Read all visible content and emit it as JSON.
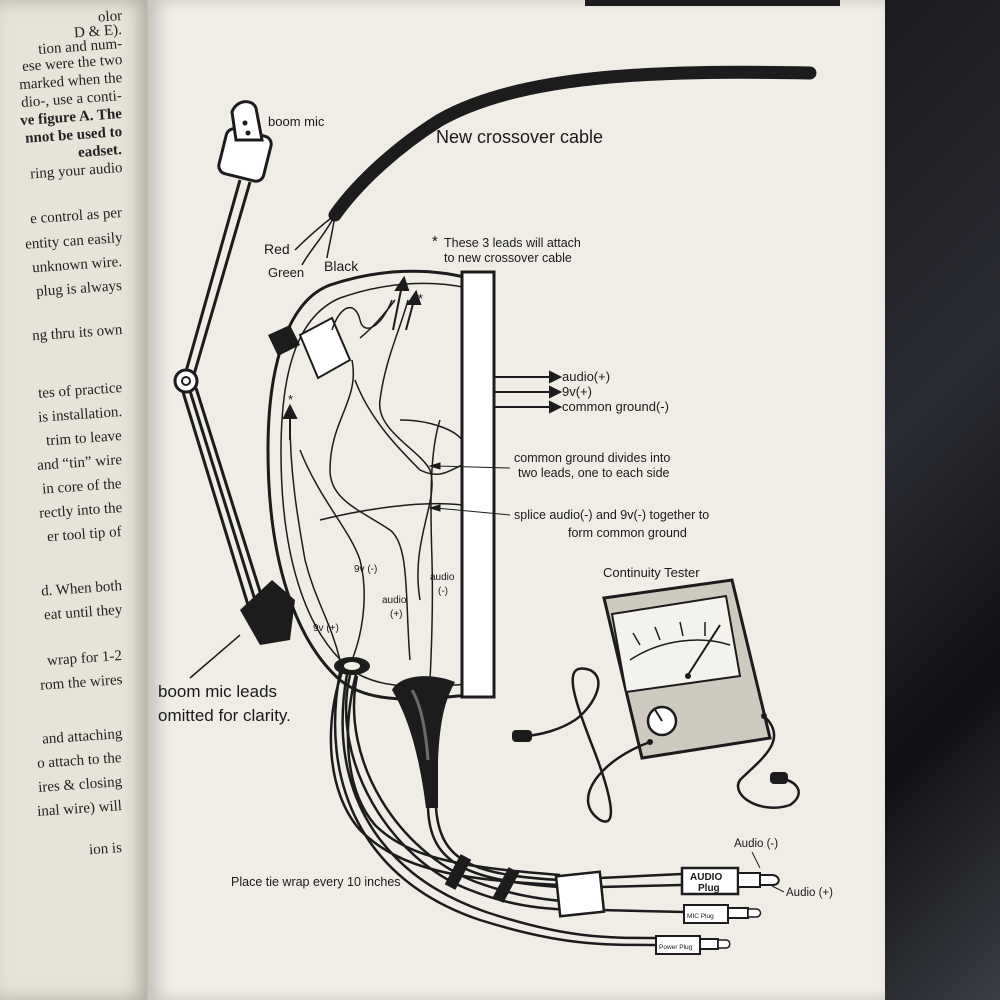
{
  "left_page": {
    "lines": [
      {
        "text": "olor",
        "bold": false
      },
      {
        "text": "D & E).",
        "bold": false
      },
      {
        "text": "tion and num-",
        "bold": false
      },
      {
        "text": "ese were the two",
        "bold": false
      },
      {
        "text": "marked when the",
        "bold": false
      },
      {
        "text": "dio-, use a conti-",
        "bold": false
      },
      {
        "text": "ve figure A. The",
        "bold": true
      },
      {
        "text": "nnot be used to",
        "bold": true
      },
      {
        "text": "eadset.",
        "bold": true
      },
      {
        "text": "ring your audio",
        "bold": false
      },
      {
        "text": "e control as per",
        "bold": false
      },
      {
        "text": "entity can easily",
        "bold": false
      },
      {
        "text": "unknown wire.",
        "bold": false
      },
      {
        "text": "plug is always",
        "bold": false
      },
      {
        "text": "ng thru its own",
        "bold": false
      },
      {
        "text": "tes of practice",
        "bold": false
      },
      {
        "text": "is installation.",
        "bold": false
      },
      {
        "text": "trim to leave",
        "bold": false
      },
      {
        "text": "and “tin” wire",
        "bold": false
      },
      {
        "text": "in core of the",
        "bold": false
      },
      {
        "text": "rectly into the",
        "bold": false
      },
      {
        "text": "er tool tip of",
        "bold": false
      },
      {
        "text": "d. When both",
        "bold": false
      },
      {
        "text": "eat until they",
        "bold": false
      },
      {
        "text": "wrap for 1-2",
        "bold": false
      },
      {
        "text": "rom the wires",
        "bold": false
      },
      {
        "text": "and attaching",
        "bold": false
      },
      {
        "text": "o attach to the",
        "bold": false
      },
      {
        "text": "ires & closing",
        "bold": false
      },
      {
        "text": "inal wire) will",
        "bold": false
      },
      {
        "text": "ion is",
        "bold": false
      }
    ]
  },
  "diagram": {
    "boom_mic": "boom mic",
    "new_cable": "New crossover cable",
    "wire_red": "Red",
    "wire_green": "Green",
    "wire_black": "Black",
    "asterisk": "*",
    "leads_note_1": "These 3 leads will attach",
    "leads_note_2": "to new crossover cable",
    "out_audio_pos": "audio(+)",
    "out_9v_pos": "9v(+)",
    "out_common_ground": "common ground(-)",
    "note_ground_1": "common ground divides into",
    "note_ground_2": "two leads, one to each side",
    "note_splice_1": "splice audio(-) and 9v(-) together to",
    "note_splice_2": "form common ground",
    "lead_9v_neg": "9v (-)",
    "lead_audio_pos_1": "audio",
    "lead_audio_pos_2": "(+)",
    "lead_audio_neg_1": "audio",
    "lead_audio_neg_2": "(-)",
    "lead_9v_pos": "9v (+)",
    "boom_leads_1": "boom mic leads",
    "boom_leads_2": "omitted for clarity.",
    "tester": "Continuity Tester",
    "tie_wrap": "Place tie wrap every 10 inches",
    "plug_audio_neg": "Audio (-)",
    "plug_audio_pos": "Audio (+)",
    "audio_plug_1": "AUDIO",
    "audio_plug_2": "Plug",
    "mic_plug": "MIC Plug",
    "power_plug": "Power Plug"
  }
}
